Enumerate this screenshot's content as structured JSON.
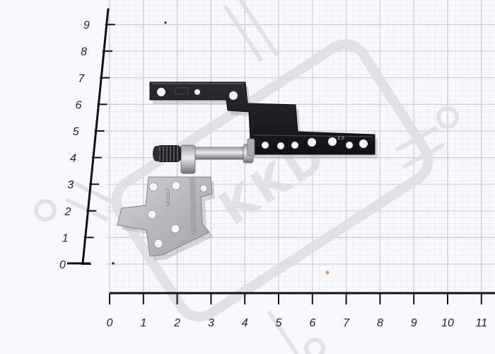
{
  "photo": {
    "x_ticks": [
      "0",
      "1",
      "2",
      "3",
      "4",
      "5",
      "6",
      "7",
      "8",
      "9",
      "10",
      "11"
    ],
    "y_ticks": [
      "0",
      "1",
      "2",
      "3",
      "4",
      "5",
      "6",
      "7",
      "8",
      "9"
    ],
    "part_marking": "1811117",
    "watermark_text": "KKD",
    "colors": {
      "paper": "#f7f8fa",
      "grid_fine": "#dfe3e8",
      "grid_major": "#c4cad2",
      "axis": "#111111",
      "bracket_black": "#17191b",
      "steel": "#b9bcbe",
      "watermark": "#e2e4e8"
    },
    "objects": [
      "graph-paper",
      "measurement-ruler",
      "laptop-hinge",
      "watermark-logo"
    ]
  }
}
